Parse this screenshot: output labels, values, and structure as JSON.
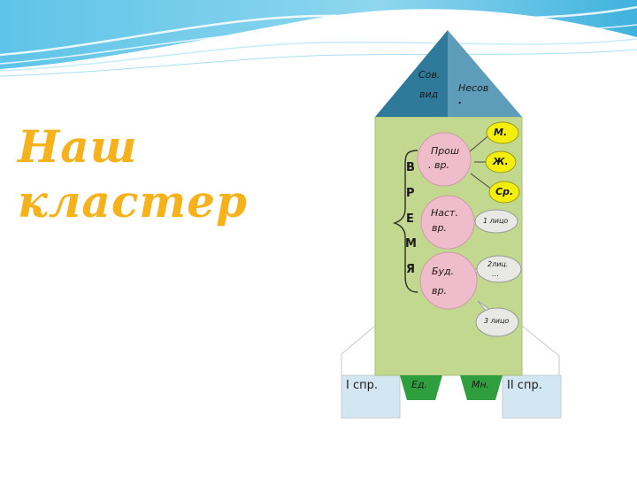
{
  "title": {
    "line1": "Наш",
    "line2": "кластер"
  },
  "rocket": {
    "nose_left": {
      "line1": "Сов.",
      "line2": "вид"
    },
    "nose_right": {
      "line1": "Несов",
      "line2": "."
    },
    "vertical_word": [
      "В",
      "Р",
      "Е",
      "М",
      "Я"
    ],
    "tenses": [
      {
        "line1": "Прош",
        "line2": ". вр."
      },
      {
        "line1": "Наст.",
        "line2": "вр."
      },
      {
        "line1": "Буд.",
        "line2": "вр."
      }
    ],
    "gender_callouts": [
      "М.",
      "Ж.",
      "Ср."
    ],
    "person_callouts": [
      {
        "line1": "1 лицо",
        "line2": ""
      },
      {
        "line1": "2лиц.",
        "line2": "…"
      },
      {
        "line1": "3 лицо",
        "line2": ""
      }
    ],
    "left_fin": "I спр.",
    "right_fin": "II спр.",
    "nozzle_left": "Ед.",
    "nozzle_right": "Мн."
  },
  "colors": {
    "title": "#f6b21a",
    "body_green": "#c2d88f",
    "nose_dark": "#2f7a9a",
    "nose_light": "#5d9dba",
    "tense_circle": "#efbccb",
    "callout_yellow": "#f3ee0b",
    "callout_grey": "#e8e8e4",
    "fin_blue": "#d2e7f2",
    "nozzle_green": "#2e9e3e"
  }
}
